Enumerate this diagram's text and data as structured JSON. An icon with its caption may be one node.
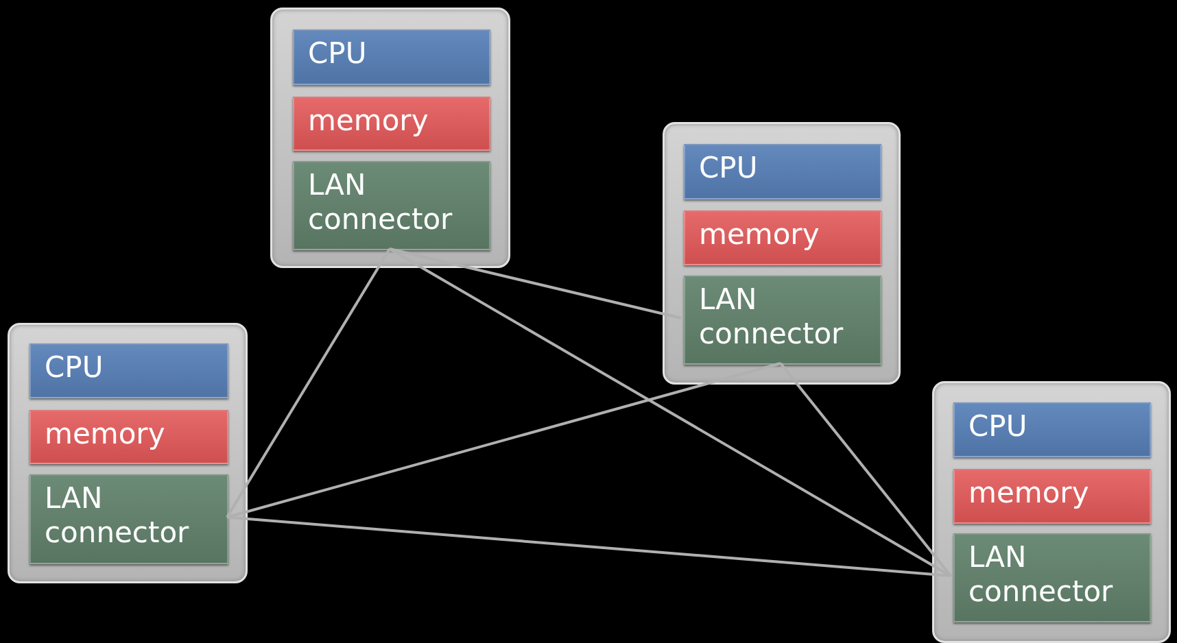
{
  "diagram": {
    "nodes": [
      {
        "text": [],
        "shape": "box"
      },
      {
        "text": [
          "CPU"
        ],
        "in": 0
      },
      {
        "text": [
          "memory"
        ],
        "in": 0
      },
      {
        "text": [
          "LAN connector"
        ],
        "in": 0
      },
      {
        "text": [],
        "shape": "box"
      },
      {
        "text": [
          "CPU"
        ],
        "in": 4
      },
      {
        "text": [
          "memory"
        ],
        "in": 4
      },
      {
        "text": [
          "LAN connector"
        ],
        "in": 4
      },
      {
        "text": [],
        "shape": "box"
      },
      {
        "text": [
          "CPU"
        ],
        "in": 8
      },
      {
        "text": [
          "memory"
        ],
        "in": 8
      },
      {
        "text": [
          "LAN connector"
        ],
        "in": 8
      },
      {
        "text": [],
        "shape": "box"
      },
      {
        "text": [
          "CPU"
        ],
        "in": 12
      },
      {
        "text": [
          "memory"
        ],
        "in": 12
      },
      {
        "text": [
          "LAN connector"
        ],
        "in": 12
      }
    ],
    "edges": [
      {
        "from": 3,
        "to": 7,
        "arrow": "none"
      },
      {
        "from": 3,
        "to": 11,
        "arrow": "none"
      },
      {
        "from": 3,
        "to": 15,
        "arrow": "none"
      },
      {
        "from": 7,
        "to": 11,
        "arrow": "none"
      },
      {
        "from": 7,
        "to": 15,
        "arrow": "none"
      },
      {
        "from": 11,
        "to": 15,
        "arrow": "none"
      }
    ]
  }
}
